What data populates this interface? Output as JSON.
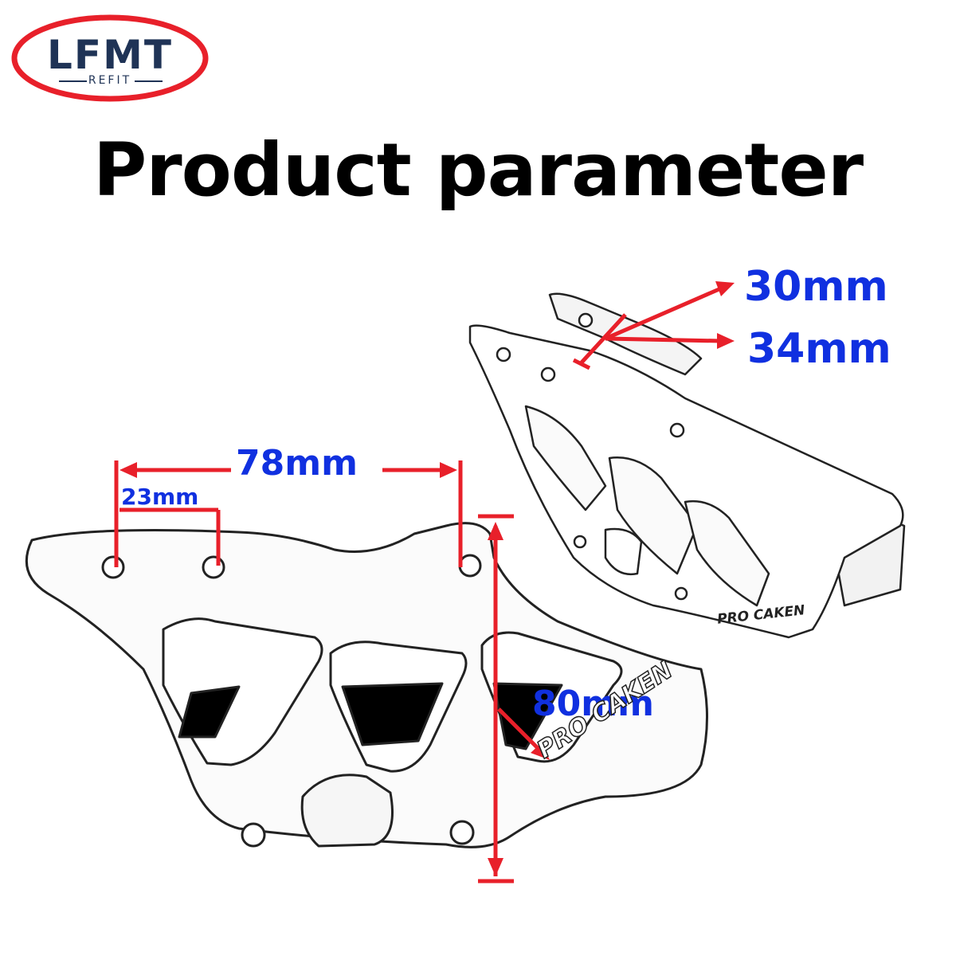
{
  "logo": {
    "main": "LFMT",
    "sub": "REFIT"
  },
  "title": "Product parameter",
  "dimensions": {
    "width_holes": "78mm",
    "hole_spacing": "23mm",
    "height": "80mm",
    "gap_a": "30mm",
    "gap_b": "34mm"
  },
  "product": {
    "brand_mark": "PRO CAKEN"
  },
  "colors": {
    "logo_ring": "#e8202a",
    "logo_text": "#1f3356",
    "dimension_lines": "#e8202a",
    "dimension_text": "#1030e0"
  }
}
